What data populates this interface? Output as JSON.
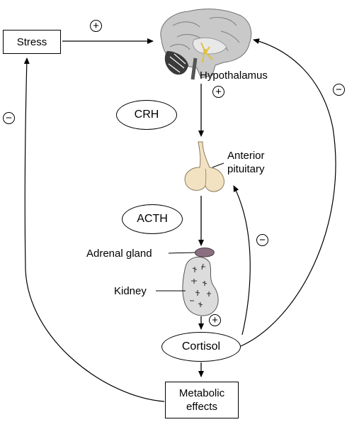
{
  "nodes": {
    "stress": "Stress",
    "hypothalamus": "Hypothalamus",
    "crh": "CRH",
    "anterior_pituitary": [
      "Anterior",
      "pituitary"
    ],
    "acth": "ACTH",
    "adrenal_gland": "Adrenal gland",
    "kidney": "Kidney",
    "cortisol": "Cortisol",
    "metabolic_effects": [
      "Metabolic",
      "effects"
    ]
  },
  "signs": {
    "stress_to_brain": "+",
    "hypothalamus_to_pituitary": "+",
    "adrenal_to_cortisol": "+",
    "metabolic_to_stress": "−",
    "cortisol_to_pituitary": "−",
    "cortisol_to_hypothalamus": "−"
  },
  "colors": {
    "line": "#000000",
    "brain": "#c8c8c8",
    "pituitary": "#f3e2c2",
    "adrenal": "#8a6f80",
    "kidney": "#dcdcdc",
    "nerve": "#e0c040"
  }
}
